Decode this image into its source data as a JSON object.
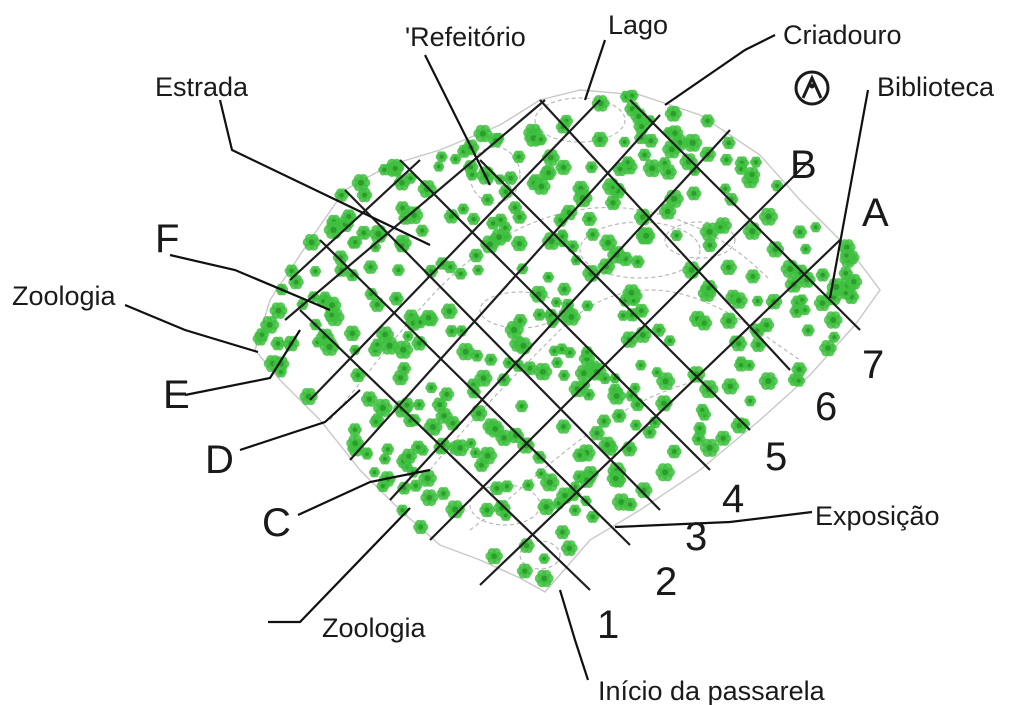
{
  "labels": {
    "refeitorio": "'Refeitório",
    "lago": "Lago",
    "criadouro": "Criadouro",
    "biblioteca": "Biblioteca",
    "estrada": "Estrada",
    "zoologia_left": "Zoologia",
    "zoologia_bottom": "Zoologia",
    "exposicao": "Exposição",
    "inicio_passarela": "Início da passarela"
  },
  "rows": [
    "A",
    "B",
    "C",
    "D",
    "E",
    "F"
  ],
  "columns": [
    "1",
    "2",
    "3",
    "4",
    "5",
    "6",
    "7"
  ],
  "compass_symbol": "Ä",
  "colors": {
    "tree": "#3fbf3f",
    "tree_center": "#2a9d2a",
    "grid": "#1e1e1e",
    "outline": "#c8c8c8",
    "label": "#1a1a1a"
  },
  "icons": {
    "north": "north-marker-icon",
    "tree": "tree-icon"
  }
}
